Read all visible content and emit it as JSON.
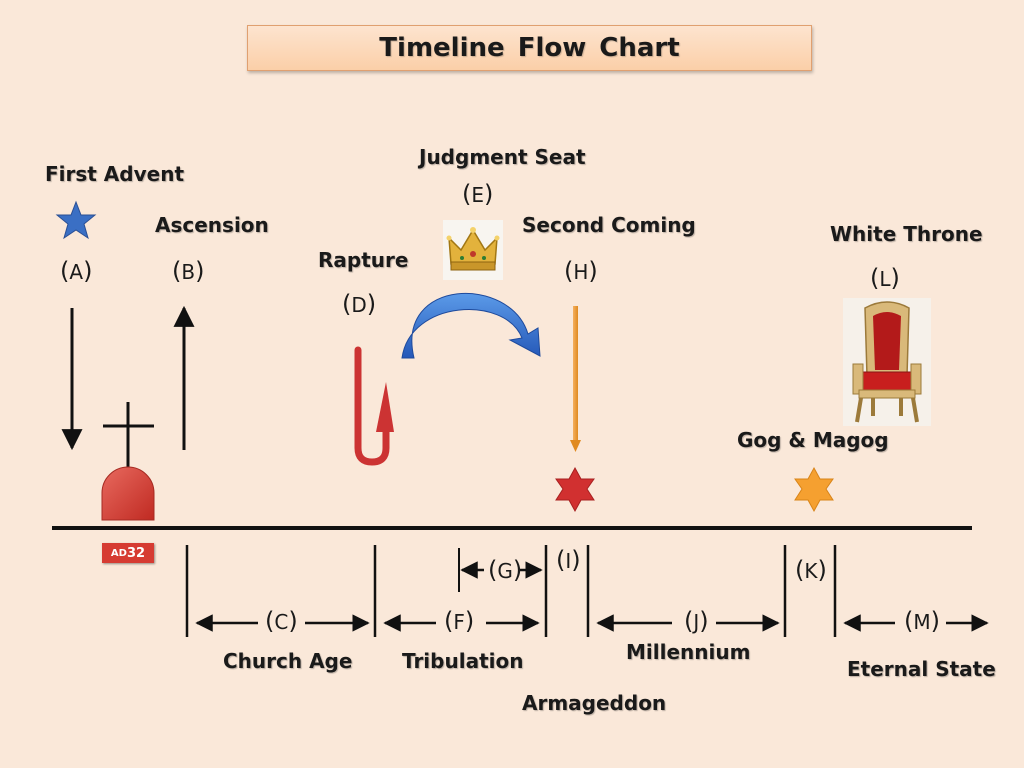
{
  "title": "Timeline Flow Chart",
  "events": {
    "first_advent": {
      "label": "First Advent",
      "letter": "A"
    },
    "ascension": {
      "label": "Ascension",
      "letter": "B"
    },
    "rapture": {
      "label": "Rapture",
      "letter": "D"
    },
    "judgment_seat": {
      "label": "Judgment Seat",
      "letter": "E"
    },
    "second_coming": {
      "label": "Second Coming",
      "letter": "H"
    },
    "white_throne": {
      "label": "White Throne",
      "letter": "L"
    },
    "gog_magog": {
      "label": "Gog & Magog"
    }
  },
  "periods": {
    "church_age": {
      "label": "Church Age",
      "letter": "C"
    },
    "tribulation": {
      "label": "Tribulation",
      "letter": "F"
    },
    "g_mark": {
      "letter": "G"
    },
    "armageddon": {
      "label": "Armageddon",
      "letter": "I"
    },
    "millennium": {
      "label": "Millennium",
      "letter": "J"
    },
    "k_mark": {
      "letter": "K"
    },
    "eternal_state": {
      "label": "Eternal State",
      "letter": "M"
    }
  },
  "ad_badge": {
    "prefix": "AD",
    "year": "32"
  },
  "colors": {
    "background": "#fae8d9",
    "star_blue": "#3a6fc4",
    "star_red": "#d13030",
    "star_orange": "#f5a030",
    "tomb_red": "#d63b32",
    "rapture_red": "#cc3333",
    "arc_blue": "#2f6fd0",
    "second_coming_orange": "#f0a040"
  }
}
